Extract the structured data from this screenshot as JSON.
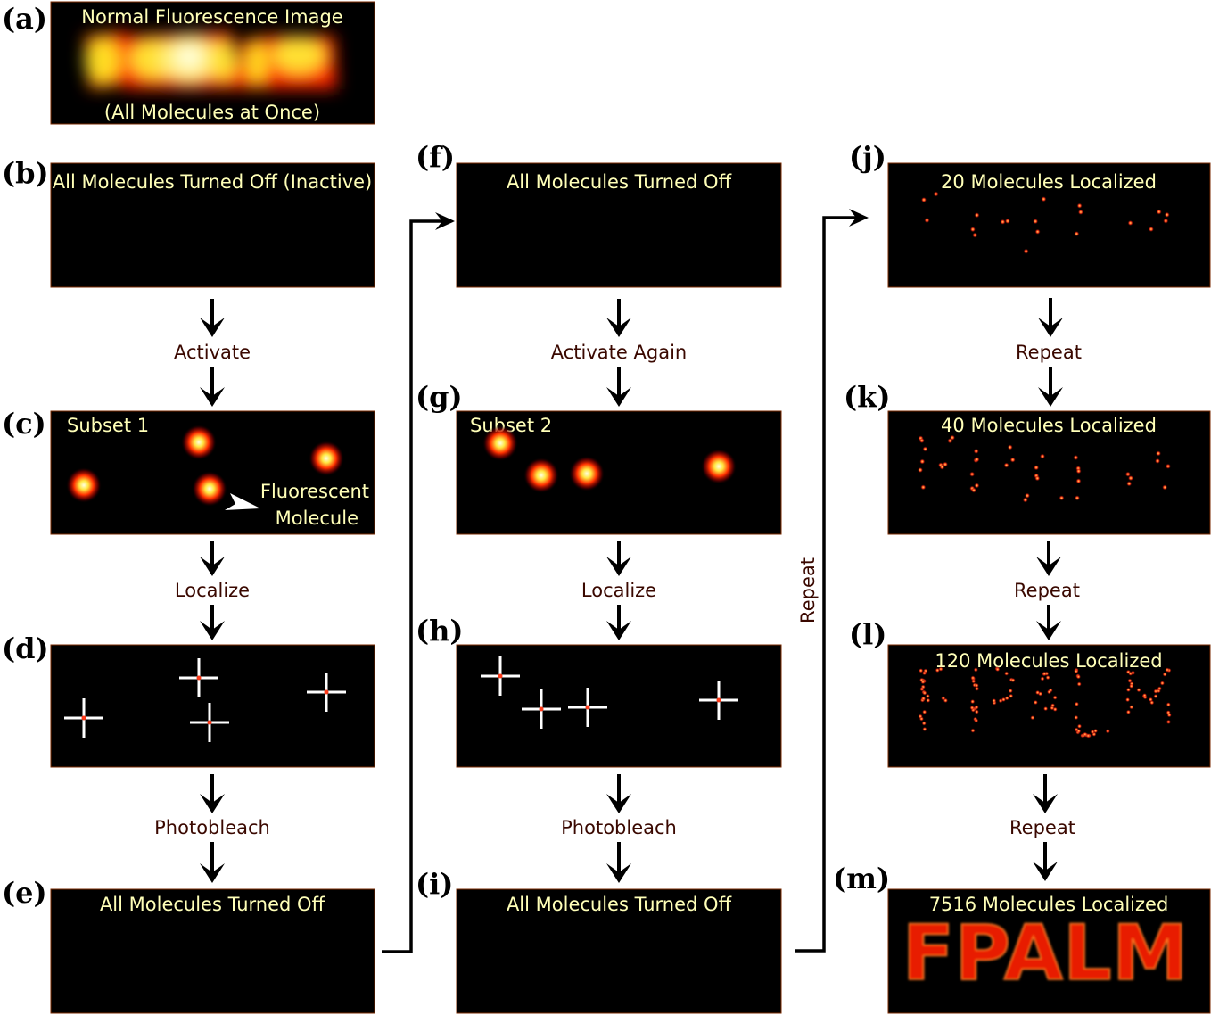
{
  "panels": [
    {
      "label": "(a)",
      "title": "Normal Fluorescence Image",
      "subtitle": "(All Molecules at Once)"
    },
    {
      "label": "(b)",
      "title": "All Molecules Turned Off (Inactive)"
    },
    {
      "label": "(c)",
      "title": "Subset 1",
      "annotation": [
        "Fluorescent",
        "Molecule"
      ]
    },
    {
      "label": "(d)",
      "title": ""
    },
    {
      "label": "(e)",
      "title": "All Molecules Turned Off"
    },
    {
      "label": "(f)",
      "title": "All Molecules Turned Off"
    },
    {
      "label": "(g)",
      "title": "Subset 2"
    },
    {
      "label": "(h)",
      "title": ""
    },
    {
      "label": "(i)",
      "title": "All Molecules Turned Off"
    },
    {
      "label": "(j)",
      "title": "20 Molecules Localized"
    },
    {
      "label": "(k)",
      "title": "40 Molecules Localized"
    },
    {
      "label": "(l)",
      "title": "120 Molecules Localized"
    },
    {
      "label": "(m)",
      "title": "7516 Molecules Localized",
      "image_text": "FPALM"
    }
  ],
  "steps": {
    "col1": [
      "Activate",
      "Localize",
      "Photobleach"
    ],
    "col2": [
      "Activate Again",
      "Localize",
      "Photobleach"
    ],
    "col3": [
      "Repeat",
      "Repeat",
      "Repeat"
    ],
    "loop": "Repeat"
  },
  "colors": {
    "panel_bg": "#000000",
    "text_yellow": "#ffffb8",
    "step_text": "#3a0800",
    "glow_core": "#ffffd0",
    "glow_mid": "#ffd000",
    "glow_outer": "#e00000",
    "dot_red": "#ff3a1a"
  }
}
